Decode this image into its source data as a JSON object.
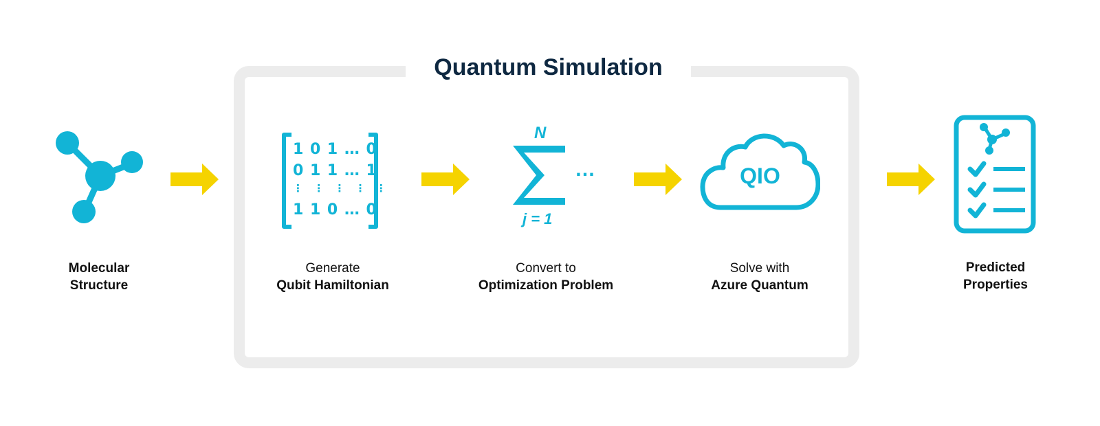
{
  "title": "Quantum Simulation",
  "colors": {
    "accent": "#12b4d6",
    "arrow": "#f5d300",
    "frame": "#ececec",
    "title": "#0e2841"
  },
  "steps": [
    {
      "id": "molecular",
      "icon": "molecule-icon",
      "line1": "Molecular",
      "line2": "Structure"
    },
    {
      "id": "hamiltonian",
      "icon": "matrix-icon",
      "line1": "Generate",
      "line2": "Qubit Hamiltonian",
      "matrix": {
        "row1": "1 0 1 … 0",
        "row2": "0 1 1 … 1",
        "row3": "⋮ ⋮ ⋮ ⋮ ⋮",
        "row4": "1 1 0 … 0"
      }
    },
    {
      "id": "optimization",
      "icon": "summation-icon",
      "line1": "Convert to",
      "line2": "Optimization Problem",
      "sum": {
        "upper": "N",
        "lower": "j = 1",
        "trail": "…"
      }
    },
    {
      "id": "azure",
      "icon": "cloud-icon",
      "line1": "Solve with",
      "line2": "Azure Quantum",
      "cloud_text": "QIO"
    },
    {
      "id": "predicted",
      "icon": "checklist-icon",
      "line1": "Predicted",
      "line2": "Properties"
    }
  ]
}
